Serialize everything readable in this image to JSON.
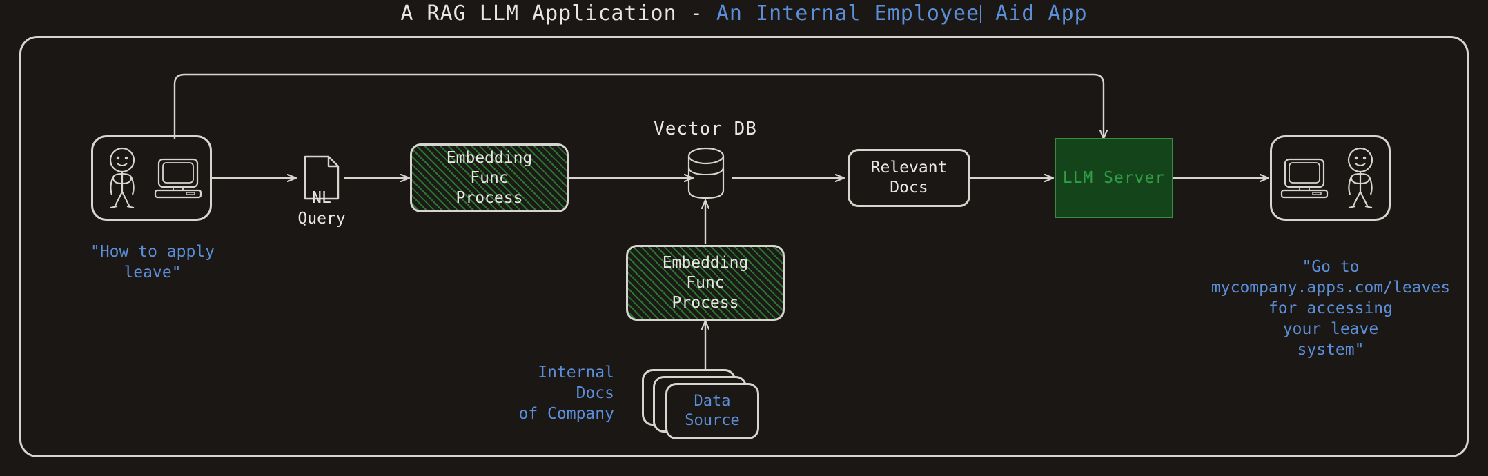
{
  "title": {
    "main": "A RAG LLM Application - ",
    "accent": "An Internal Employee",
    "accent_tail": " Aid App"
  },
  "colors": {
    "background": "#1b1714",
    "stroke": "#d8d5d0",
    "accent_blue": "#5b8fd9",
    "llm_fill": "#14451a",
    "llm_border": "#3a8c42",
    "llm_text": "#2f9e44",
    "hatch_green": "#2d9637"
  },
  "nodes": {
    "user_query_actor": {
      "name": "User asking question",
      "icons": [
        "person-icon",
        "computer-icon"
      ]
    },
    "nl_query": {
      "label": "NL\nQuery",
      "icon": "document-icon"
    },
    "embedding_query": {
      "label": "Embedding\nFunc\nProcess"
    },
    "vector_db": {
      "title": "Vector DB",
      "icon": "database-cylinder-icon"
    },
    "embedding_docs": {
      "label": "Embedding\nFunc\nProcess"
    },
    "relevant_docs": {
      "label": "Relevant\nDocs"
    },
    "llm_server": {
      "label": "LLM Server"
    },
    "user_answer_actor": {
      "name": "User receiving answer",
      "icons": [
        "computer-icon",
        "person-icon"
      ]
    },
    "data_source": {
      "label": "Data\nSource",
      "stack_count": 3
    }
  },
  "annotations": {
    "user_question": "\"How to apply\nleave\"",
    "internal_docs": "Internal\nDocs\nof Company",
    "answer": "\"Go to\nmycompany.apps.com/leaves\nfor accessing\nyour leave\nsystem\""
  },
  "flow": [
    {
      "from": "user_query_actor",
      "to": "nl_query"
    },
    {
      "from": "nl_query",
      "to": "embedding_query"
    },
    {
      "from": "embedding_query",
      "to": "vector_db"
    },
    {
      "from": "vector_db",
      "to": "relevant_docs"
    },
    {
      "from": "relevant_docs",
      "to": "llm_server"
    },
    {
      "from": "llm_server",
      "to": "user_answer_actor"
    },
    {
      "from": "data_source",
      "to": "embedding_docs"
    },
    {
      "from": "embedding_docs",
      "to": "vector_db"
    },
    {
      "from": "user_query_actor",
      "to": "llm_server",
      "style": "feedback-loop-top"
    }
  ]
}
